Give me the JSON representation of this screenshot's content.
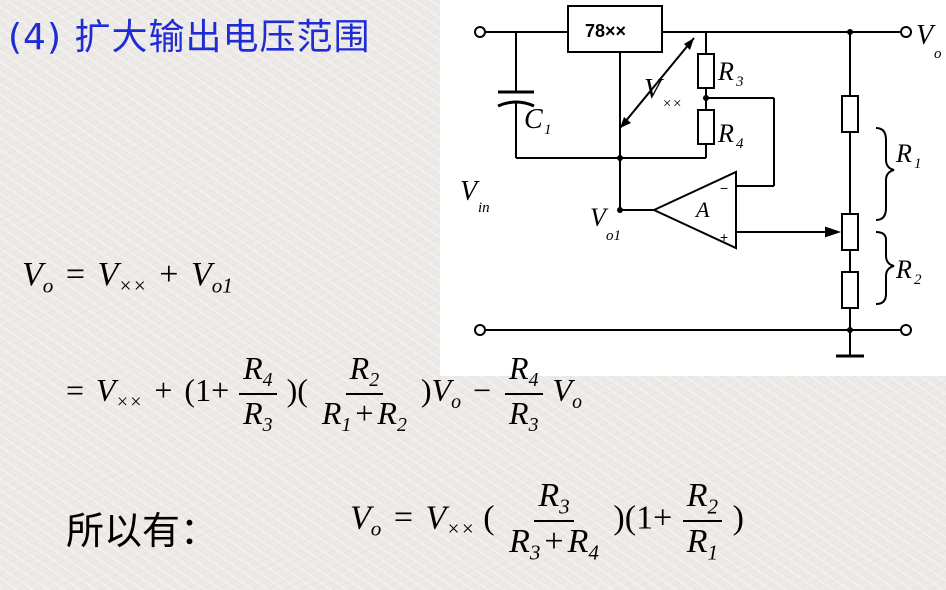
{
  "title": "(4) 扩大输出电压范围",
  "circuit": {
    "regulator_label": "78××",
    "vout_label": "V",
    "vout_sub": "o",
    "vin_label": "V",
    "vin_sub": "in",
    "c1_label": "C",
    "c1_sub": "1",
    "vxx_label": "V",
    "vxx_sub": "××",
    "r1_label": "R",
    "r1_sub": "1",
    "r2_label": "R",
    "r2_sub": "2",
    "r3_label": "R",
    "r3_sub": "3",
    "r4_label": "R",
    "r4_sub": "4",
    "vo1_label": "V",
    "vo1_sub": "o1",
    "opamp_label": "A",
    "minus": "−",
    "plus": "+"
  },
  "equations": {
    "eq1": {
      "lhs": "V",
      "lhs_sub": "o",
      "eq": "=",
      "t1": "V",
      "t1_sub": "××",
      "plus": "+",
      "t2": "V",
      "t2_sub": "o1"
    },
    "eq2": {
      "eq": "=",
      "t1": "V",
      "t1_sub": "××",
      "plus": "+",
      "open1": "(1+",
      "f1_num": "R",
      "f1_num_sub": "4",
      "f1_den": "R",
      "f1_den_sub": "3",
      "mid": ")(",
      "f2_num": "R",
      "f2_num_sub": "2",
      "f2_den_a": "R",
      "f2_den_a_sub": "1",
      "f2_den_plus": "+",
      "f2_den_b": "R",
      "f2_den_b_sub": "2",
      "close2": ")",
      "vo_a": "V",
      "vo_a_sub": "o",
      "minus": "−",
      "f3_num": "R",
      "f3_num_sub": "4",
      "f3_den": "R",
      "f3_den_sub": "3",
      "vo_b": "V",
      "vo_b_sub": "o"
    },
    "note": "所以有：",
    "eq3": {
      "lhs": "V",
      "lhs_sub": "o",
      "eq": "=",
      "t1": "V",
      "t1_sub": "××",
      "open": "(",
      "f1_num": "R",
      "f1_num_sub": "3",
      "f1_den_a": "R",
      "f1_den_a_sub": "3",
      "f1_den_plus": "+",
      "f1_den_b": "R",
      "f1_den_b_sub": "4",
      "mid": ")(1+",
      "f2_num": "R",
      "f2_num_sub": "2",
      "f2_den": "R",
      "f2_den_sub": "1",
      "close": ")"
    }
  }
}
